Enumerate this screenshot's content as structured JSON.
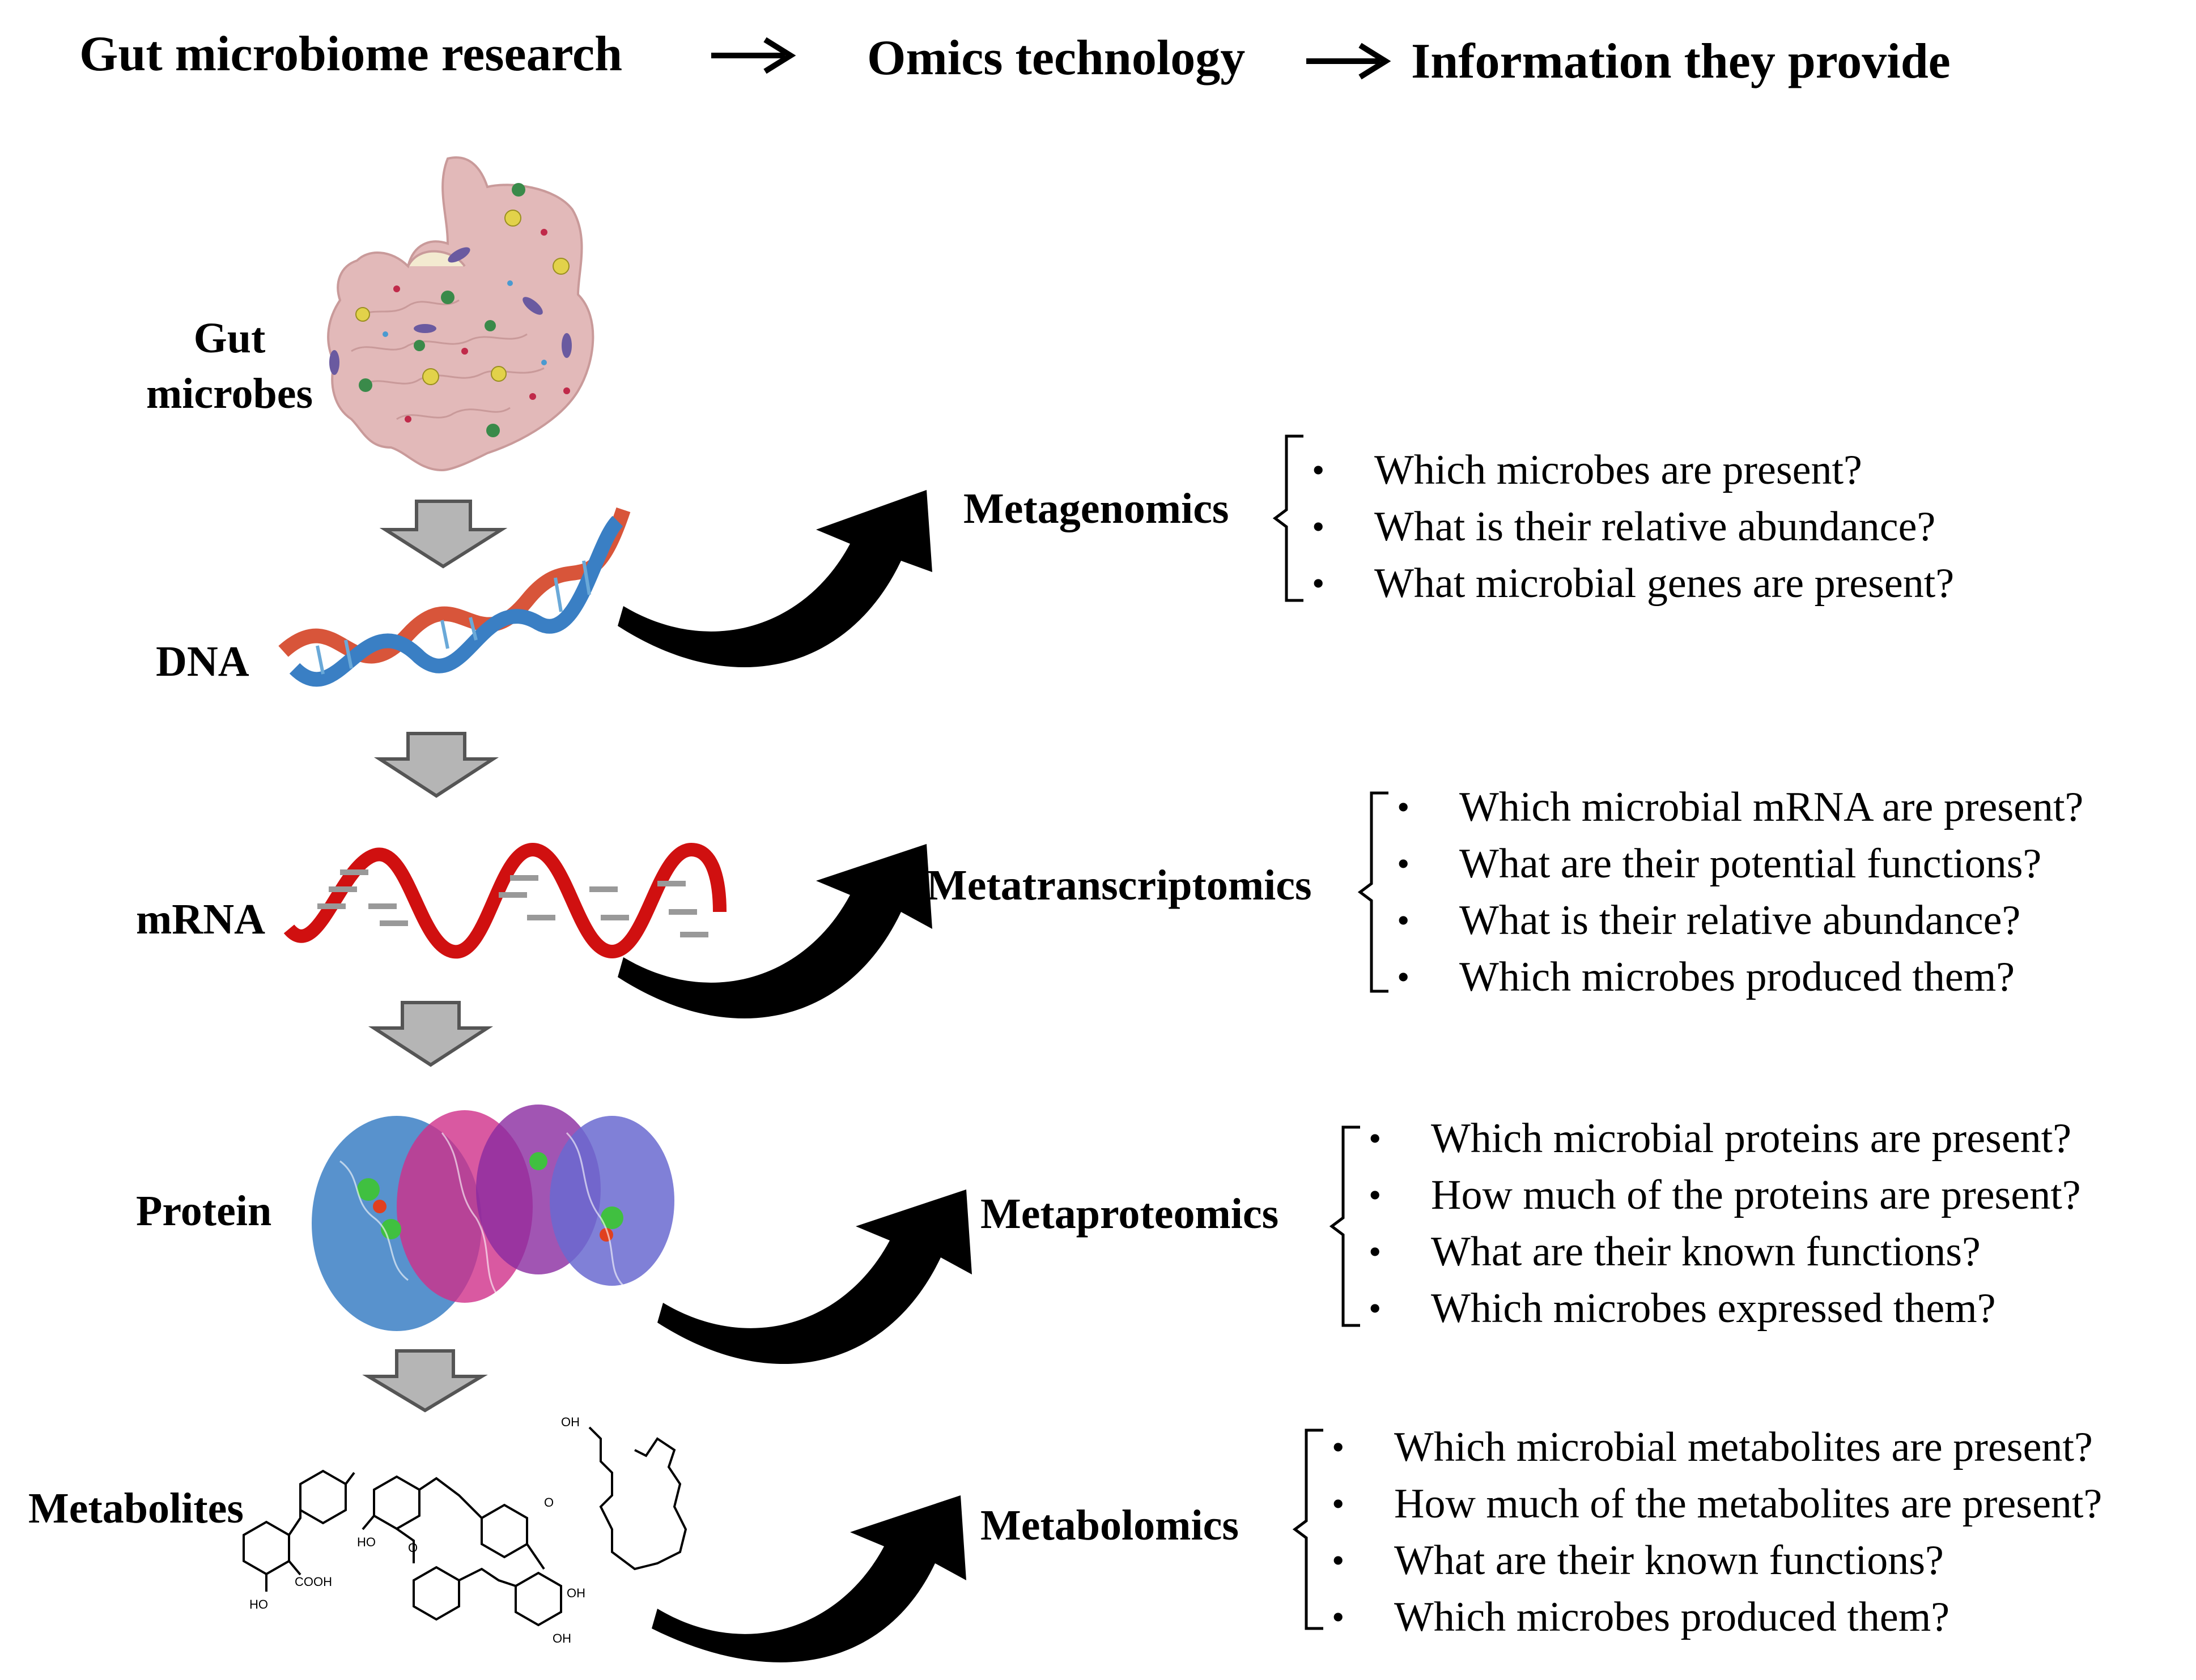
{
  "header": {
    "col1": "Gut microbiome research",
    "col2": "Omics technology",
    "col3": "Information they provide"
  },
  "stages": [
    {
      "label": "Gut microbes"
    },
    {
      "label": "DNA"
    },
    {
      "label": "mRNA"
    },
    {
      "label": "Protein"
    },
    {
      "label": "Metabolites"
    }
  ],
  "technologies": [
    {
      "name": "Metagenomics",
      "questions": [
        "Which microbes are present?",
        "What is their relative abundance?",
        "What microbial genes are present?"
      ]
    },
    {
      "name": "Metatranscriptomics",
      "questions": [
        "Which microbial mRNA are present?",
        "What are their potential functions?",
        "What is their relative abundance?",
        "Which microbes produced them?"
      ]
    },
    {
      "name": "Metaproteomics",
      "questions": [
        "Which microbial proteins are present?",
        "How much of the proteins are present?",
        "What are their known functions?",
        "Which microbes expressed them?"
      ]
    },
    {
      "name": "Metabolomics",
      "questions": [
        "Which microbial metabolites are present?",
        "How much of the metabolites are present?",
        "What are their known functions?",
        "Which microbes produced them?"
      ]
    }
  ],
  "chem_labels": {
    "ho1": "HO",
    "cooh": "COOH",
    "oh1": "OH",
    "oh2": "OH",
    "oh3": "OH",
    "o1": "O",
    "o2": "O",
    "ho2": "HO"
  },
  "colors": {
    "arrow_fill": "#000000",
    "down_arrow": "#b5b5b5",
    "gut": "#e2b9b9",
    "dna_blue": "#3a7fc4",
    "dna_red": "#d8553a",
    "mrna": "#d01010"
  }
}
